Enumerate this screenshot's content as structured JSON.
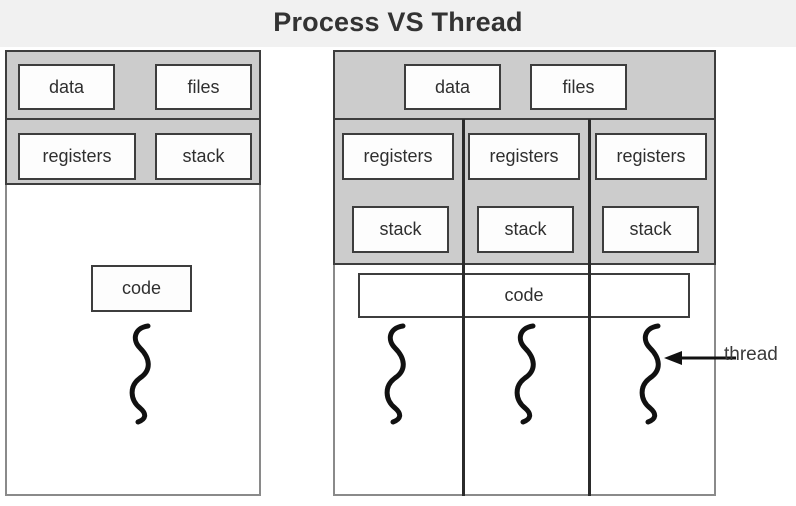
{
  "title": "Process VS Thread",
  "colors": {
    "header_band": "#f1f1f1",
    "title_text": "#333333",
    "shared_region_fill": "#cccccc",
    "box_border": "#3d3d3d",
    "outer_frame_border": "#8a8a8a",
    "box_fill": "#fdfdfd",
    "squiggle": "#111111",
    "arrow": "#111111"
  },
  "process": {
    "name": "process-diagram",
    "shared_region_boxes": {
      "data": "data",
      "files": "files",
      "registers": "registers",
      "stack": "stack"
    },
    "code_box": "code",
    "thread_count": 1
  },
  "thread": {
    "name": "thread-diagram",
    "shared_region_boxes": {
      "data": "data",
      "files": "files"
    },
    "columns": [
      {
        "registers": "registers",
        "stack": "stack"
      },
      {
        "registers": "registers",
        "stack": "stack"
      },
      {
        "registers": "registers",
        "stack": "stack"
      }
    ],
    "code_box": "code",
    "annotation": {
      "label": "thread",
      "arrow_direction": "left"
    }
  }
}
